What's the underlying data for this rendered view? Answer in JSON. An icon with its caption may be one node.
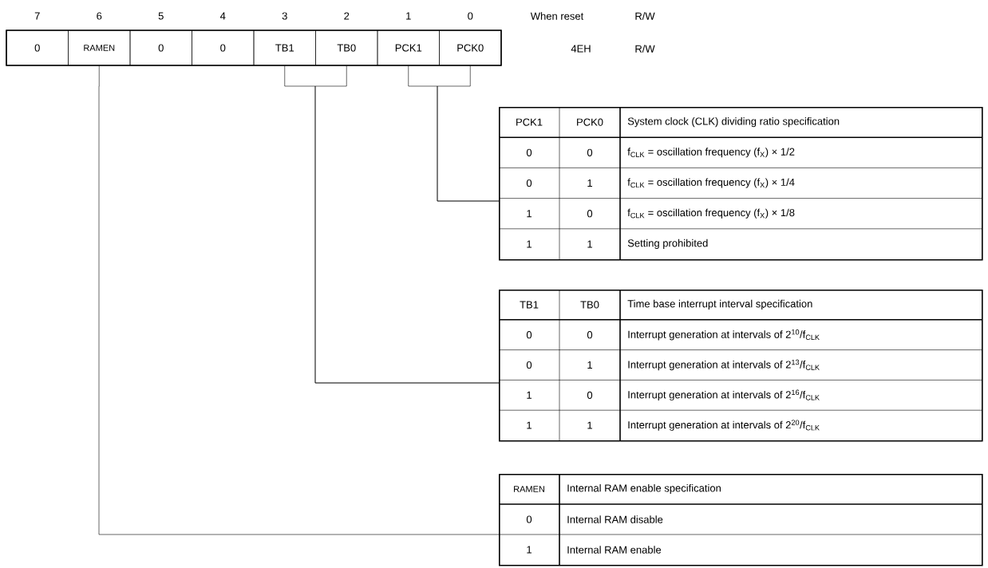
{
  "diagram": {
    "nodes": [
      {
        "text": [
          "0"
        ]
      },
      {
        "text": [
          "RAMEN"
        ]
      },
      {
        "text": [
          "0"
        ]
      },
      {
        "text": [
          "0"
        ]
      },
      {
        "text": [
          "TB1"
        ]
      },
      {
        "text": [
          "TB0"
        ]
      },
      {
        "text": [
          "PCK1"
        ]
      },
      {
        "text": [
          "PCK0"
        ]
      },
      {
        "text": [
          "PCK1",
          "PCK0",
          "System clock (CLK) dividing ratio specification",
          "0",
          "0",
          "f$_{CLK}$ = oscillation frequency (f$_{X}$) × 1/2",
          "0",
          "1",
          "f$_{CLK}$ = oscillation frequency (f$_{X}$) × 1/4",
          "1",
          "0",
          "f$_{CLK}$ = oscillation frequency (f$_{X}$) × 1/8",
          "1",
          "1",
          "Setting prohibited"
        ]
      },
      {
        "text": [
          "TB1",
          "TB0",
          "Time base interrupt interval specification",
          "0",
          "0",
          "Interrupt generation at intervals of 2$^{10}$/f$_{CLK}$",
          "0",
          "1",
          "Interrupt generation at intervals of 2$^{13}$/f$_{CLK}$",
          "1",
          "0",
          "Interrupt generation at intervals of 2$^{16}$/f$_{CLK}$",
          "1",
          "1",
          "Interrupt generation at intervals of 2$^{20}$/f$_{CLK}$"
        ]
      },
      {
        "text": [
          "RAMEN",
          "Internal RAM enable specification",
          "0",
          "Internal RAM disable",
          "1",
          "Internal RAM enable"
        ]
      }
    ],
    "edges": [
      {
        "from": 6,
        "to": 8,
        "arrow": "none"
      },
      {
        "from": 7,
        "to": 8,
        "arrow": "none"
      },
      {
        "from": 4,
        "to": 9,
        "arrow": "none"
      },
      {
        "from": 5,
        "to": 9,
        "arrow": "none"
      },
      {
        "from": 1,
        "to": 10,
        "arrow": "none"
      }
    ],
    "labels": [
      "7",
      "6",
      "5",
      "4",
      "3",
      "2",
      "1",
      "0",
      "When reset",
      "R/W",
      "4EH",
      "R/W"
    ]
  }
}
